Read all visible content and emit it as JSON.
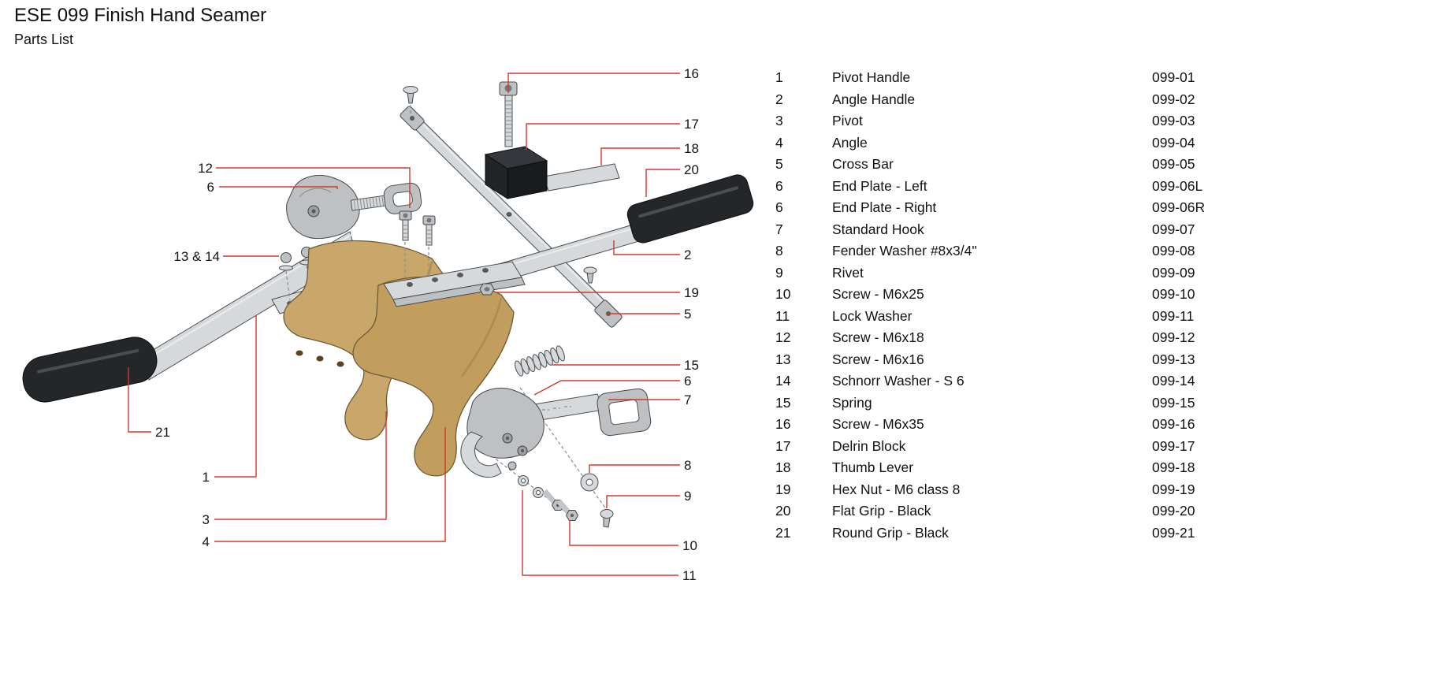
{
  "header": {
    "title": "ESE 099 Finish Hand Seamer",
    "subtitle": "Parts List"
  },
  "parts": [
    {
      "num": "1",
      "name": "Pivot Handle",
      "code": "099-01"
    },
    {
      "num": "2",
      "name": "Angle Handle",
      "code": "099-02"
    },
    {
      "num": "3",
      "name": "Pivot",
      "code": "099-03"
    },
    {
      "num": "4",
      "name": "Angle",
      "code": "099-04"
    },
    {
      "num": "5",
      "name": "Cross Bar",
      "code": "099-05"
    },
    {
      "num": "6",
      "name": "End Plate - Left",
      "code": "099-06L"
    },
    {
      "num": "6",
      "name": "End Plate - Right",
      "code": "099-06R"
    },
    {
      "num": "7",
      "name": "Standard Hook",
      "code": "099-07"
    },
    {
      "num": "8",
      "name": "Fender Washer #8x3/4\"",
      "code": "099-08"
    },
    {
      "num": "9",
      "name": "Rivet",
      "code": "099-09"
    },
    {
      "num": "10",
      "name": "Screw - M6x25",
      "code": "099-10"
    },
    {
      "num": "11",
      "name": "Lock Washer",
      "code": "099-11"
    },
    {
      "num": "12",
      "name": "Screw - M6x18",
      "code": "099-12"
    },
    {
      "num": "13",
      "name": "Screw - M6x16",
      "code": "099-13"
    },
    {
      "num": "14",
      "name": "Schnorr Washer - S 6",
      "code": "099-14"
    },
    {
      "num": "15",
      "name": "Spring",
      "code": "099-15"
    },
    {
      "num": "16",
      "name": "Screw - M6x35",
      "code": "099-16"
    },
    {
      "num": "17",
      "name": "Delrin Block",
      "code": "099-17"
    },
    {
      "num": "18",
      "name": "Thumb Lever",
      "code": "099-18"
    },
    {
      "num": "19",
      "name": "Hex Nut - M6 class 8",
      "code": "099-19"
    },
    {
      "num": "20",
      "name": "Flat Grip - Black",
      "code": "099-20"
    },
    {
      "num": "21",
      "name": "Round Grip - Black",
      "code": "099-21"
    }
  ],
  "callouts": [
    {
      "label": "16"
    },
    {
      "label": "17"
    },
    {
      "label": "18"
    },
    {
      "label": "20"
    },
    {
      "label": "12"
    },
    {
      "label": "6"
    },
    {
      "label": "13 & 14"
    },
    {
      "label": "2"
    },
    {
      "label": "19"
    },
    {
      "label": "5"
    },
    {
      "label": "15"
    },
    {
      "label": "6"
    },
    {
      "label": "7"
    },
    {
      "label": "8"
    },
    {
      "label": "9"
    },
    {
      "label": "21"
    },
    {
      "label": "1"
    },
    {
      "label": "3"
    },
    {
      "label": "4"
    },
    {
      "label": "10"
    },
    {
      "label": "11"
    }
  ],
  "colors": {
    "leader": "#cf3a30",
    "metal-light": "#d6d9db",
    "metal-mid": "#bdc1c4",
    "metal-dark": "#9aa0a4",
    "brass": "#c9a76a",
    "brass2": "#c19e5d",
    "brass-dark": "#a8884e",
    "black-part": "#24272a",
    "ink": "#111111"
  }
}
